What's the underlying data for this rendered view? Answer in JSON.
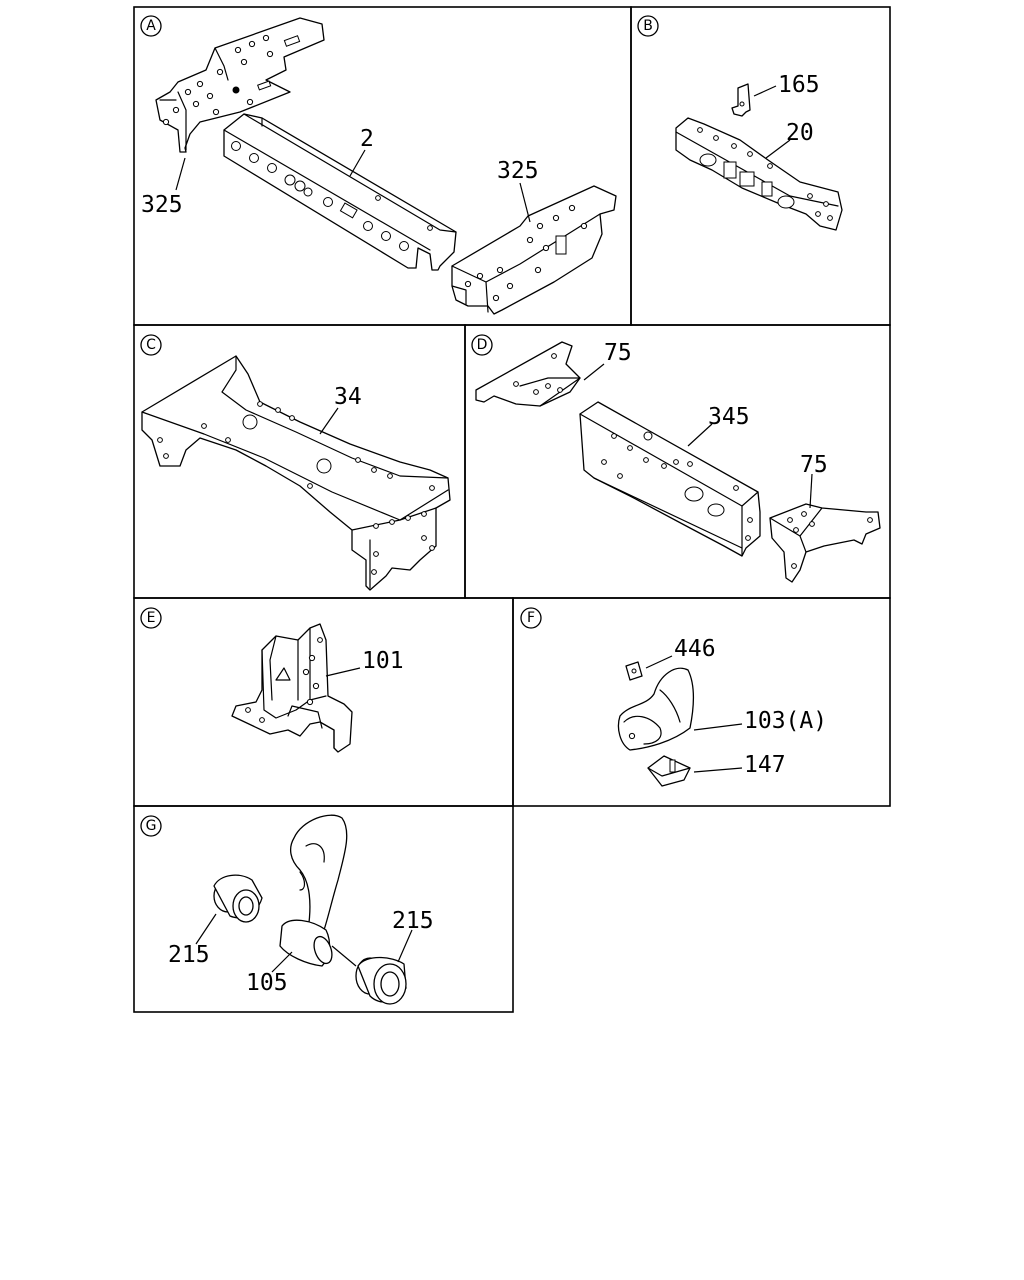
{
  "panels": [
    {
      "letter": "A",
      "callouts": [
        "325",
        "2",
        "325"
      ]
    },
    {
      "letter": "B",
      "callouts": [
        "165",
        "20"
      ]
    },
    {
      "letter": "C",
      "callouts": [
        "34"
      ]
    },
    {
      "letter": "D",
      "callouts": [
        "75",
        "345",
        "75"
      ]
    },
    {
      "letter": "E",
      "callouts": [
        "101"
      ]
    },
    {
      "letter": "F",
      "callouts": [
        "446",
        "103(A)",
        "147"
      ]
    },
    {
      "letter": "G",
      "callouts": [
        "215",
        "215",
        "105"
      ]
    }
  ]
}
